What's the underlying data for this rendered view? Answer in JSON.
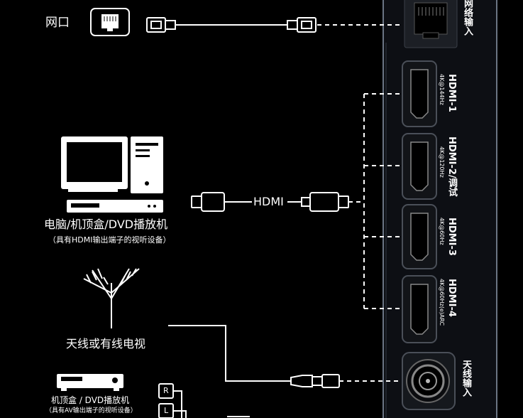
{
  "sources": {
    "network": {
      "label": "网口"
    },
    "computer": {
      "label": "电脑/机顶盒/DVD播放机",
      "note": "（具有HDMI输出端子的视听设备）"
    },
    "antenna": {
      "label": "天线或有线电视"
    },
    "av_box": {
      "label": "机顶盒 / DVD播放机",
      "note": "（具有AV输出端子的视听设备）",
      "plug_left": "R",
      "plug_right": "L"
    }
  },
  "cable": {
    "hdmi_label": "HDMI"
  },
  "panel": {
    "network_port": {
      "label": "网络输入"
    },
    "hdmi_ports": [
      {
        "name": "HDMI-1",
        "spec": "4K@144Hz"
      },
      {
        "name": "HDMI-2/调试",
        "spec": "4K@120Hz"
      },
      {
        "name": "HDMI-3",
        "spec": "4K@60Hz"
      },
      {
        "name": "HDMI-4",
        "spec": "4K@60Hz(e)ARC"
      }
    ],
    "antenna_port": {
      "label": "天线输入"
    }
  }
}
